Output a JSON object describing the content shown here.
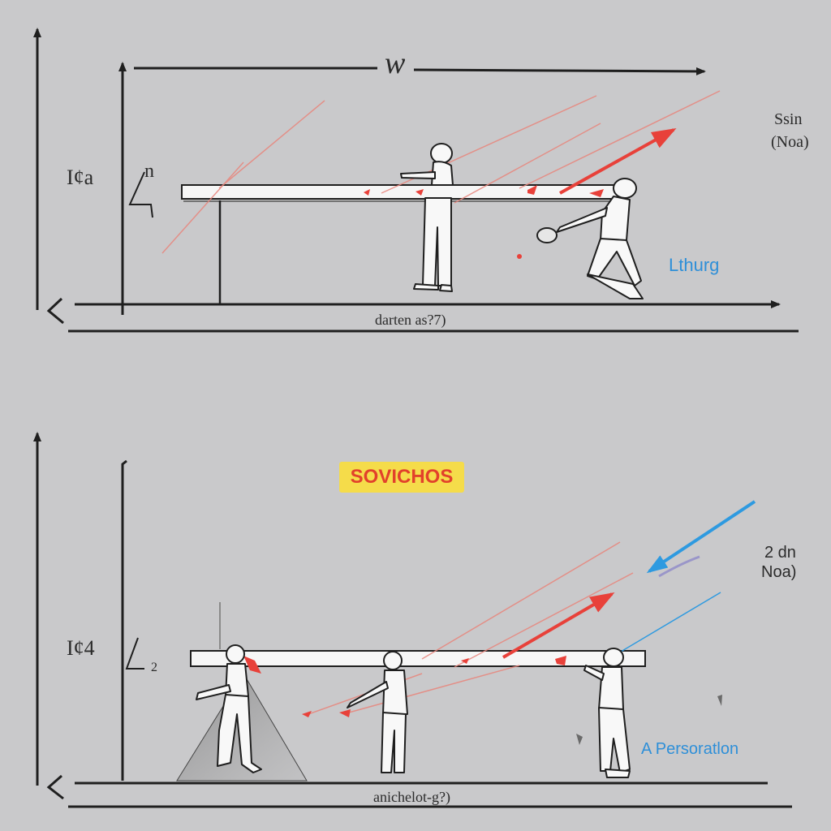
{
  "colors": {
    "background": "#c9c9cb",
    "ink": "#1f1f1f",
    "accent_red": "#e8413a",
    "accent_blue": "#2e9ae0",
    "badge_fill": "#f5dc4a",
    "badge_text": "#e2412b"
  },
  "top_panel": {
    "top_arrow_label": "w",
    "height_label": "I¢a",
    "angle_label": "n",
    "right_label_line1": "Ssin",
    "right_label_line2": "(Noa)",
    "action_label": "Lthurg",
    "axis_caption": "darten as?7)"
  },
  "bottom_panel": {
    "badge_text": "SOVICHOS",
    "height_label": "I¢4",
    "angle_label": "2",
    "right_label_line1": "2 dn",
    "right_label_line2": "Noa)",
    "action_label": "A Persoratlon",
    "axis_caption": "anichelot-g?)"
  }
}
